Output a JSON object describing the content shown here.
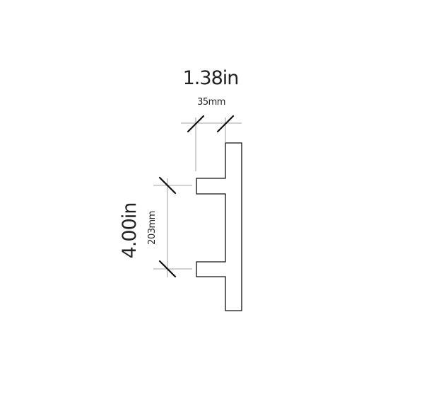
{
  "dimensions": {
    "depth": {
      "imperial": "1.38in",
      "metric": "35mm"
    },
    "center_to_center": {
      "imperial": "4.00in",
      "metric": "203mm"
    }
  }
}
